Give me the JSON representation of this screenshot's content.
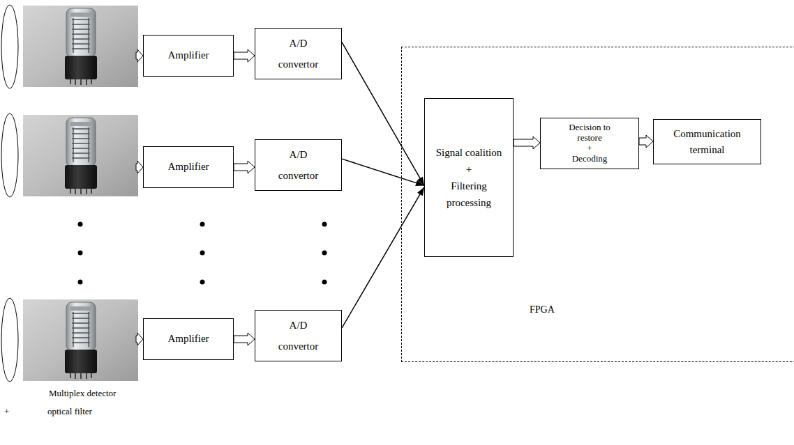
{
  "diagram": {
    "nodes": [
      {
        "text": [
          "Amplifier"
        ]
      },
      {
        "text": [
          "A/D convertor"
        ]
      },
      {
        "text": [
          "Amplifier"
        ]
      },
      {
        "text": [
          "A/D convertor"
        ]
      },
      {
        "text": [
          "Amplifier"
        ]
      },
      {
        "text": [
          "A/D convertor"
        ]
      },
      {
        "text": [
          "FPGA"
        ]
      },
      {
        "text": [
          "Signal coalition",
          "+",
          "Filtering processing"
        ],
        "in": 6
      },
      {
        "text": [
          "Decision to restore",
          "+",
          "Decoding"
        ],
        "in": 6
      },
      {
        "text": [
          "Communication terminal"
        ],
        "in": 6
      }
    ],
    "edges": [
      {
        "from": 0,
        "to": 1,
        "arrow": "to"
      },
      {
        "from": 2,
        "to": 3,
        "arrow": "to"
      },
      {
        "from": 4,
        "to": 5,
        "arrow": "to"
      },
      {
        "from": 1,
        "to": 7,
        "arrow": "to"
      },
      {
        "from": 3,
        "to": 7,
        "arrow": "to"
      },
      {
        "from": 5,
        "to": 7,
        "arrow": "to"
      },
      {
        "from": 7,
        "to": 8,
        "arrow": "to"
      },
      {
        "from": 8,
        "to": 9,
        "arrow": "to"
      }
    ],
    "labels": [
      "Multiplex detector",
      "+",
      "optical filter"
    ]
  }
}
